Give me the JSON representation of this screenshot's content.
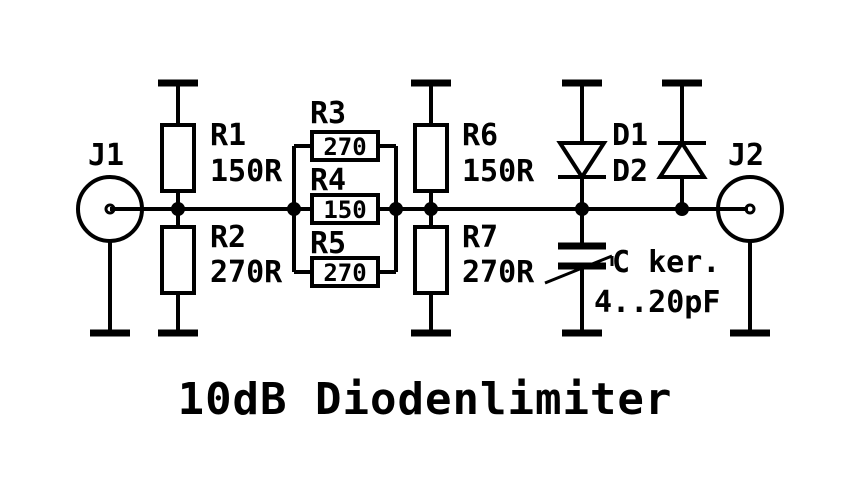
{
  "title": "10dB Diodenlimiter",
  "components": {
    "J1": {
      "ref": "J1"
    },
    "J2": {
      "ref": "J2"
    },
    "R1": {
      "ref": "R1",
      "value": "150R"
    },
    "R2": {
      "ref": "R2",
      "value": "270R"
    },
    "R3": {
      "ref": "R3",
      "value": "270"
    },
    "R4": {
      "ref": "R4",
      "value": "150"
    },
    "R5": {
      "ref": "R5",
      "value": "270"
    },
    "R6": {
      "ref": "R6",
      "value": "150R"
    },
    "R7": {
      "ref": "R7",
      "value": "270R"
    },
    "D": {
      "ref1": "D1",
      "ref2": "D2"
    },
    "C": {
      "label": "C ker.",
      "value": "4..20pF"
    }
  },
  "colors": {
    "ink": "#000000",
    "background": "#ffffff"
  }
}
